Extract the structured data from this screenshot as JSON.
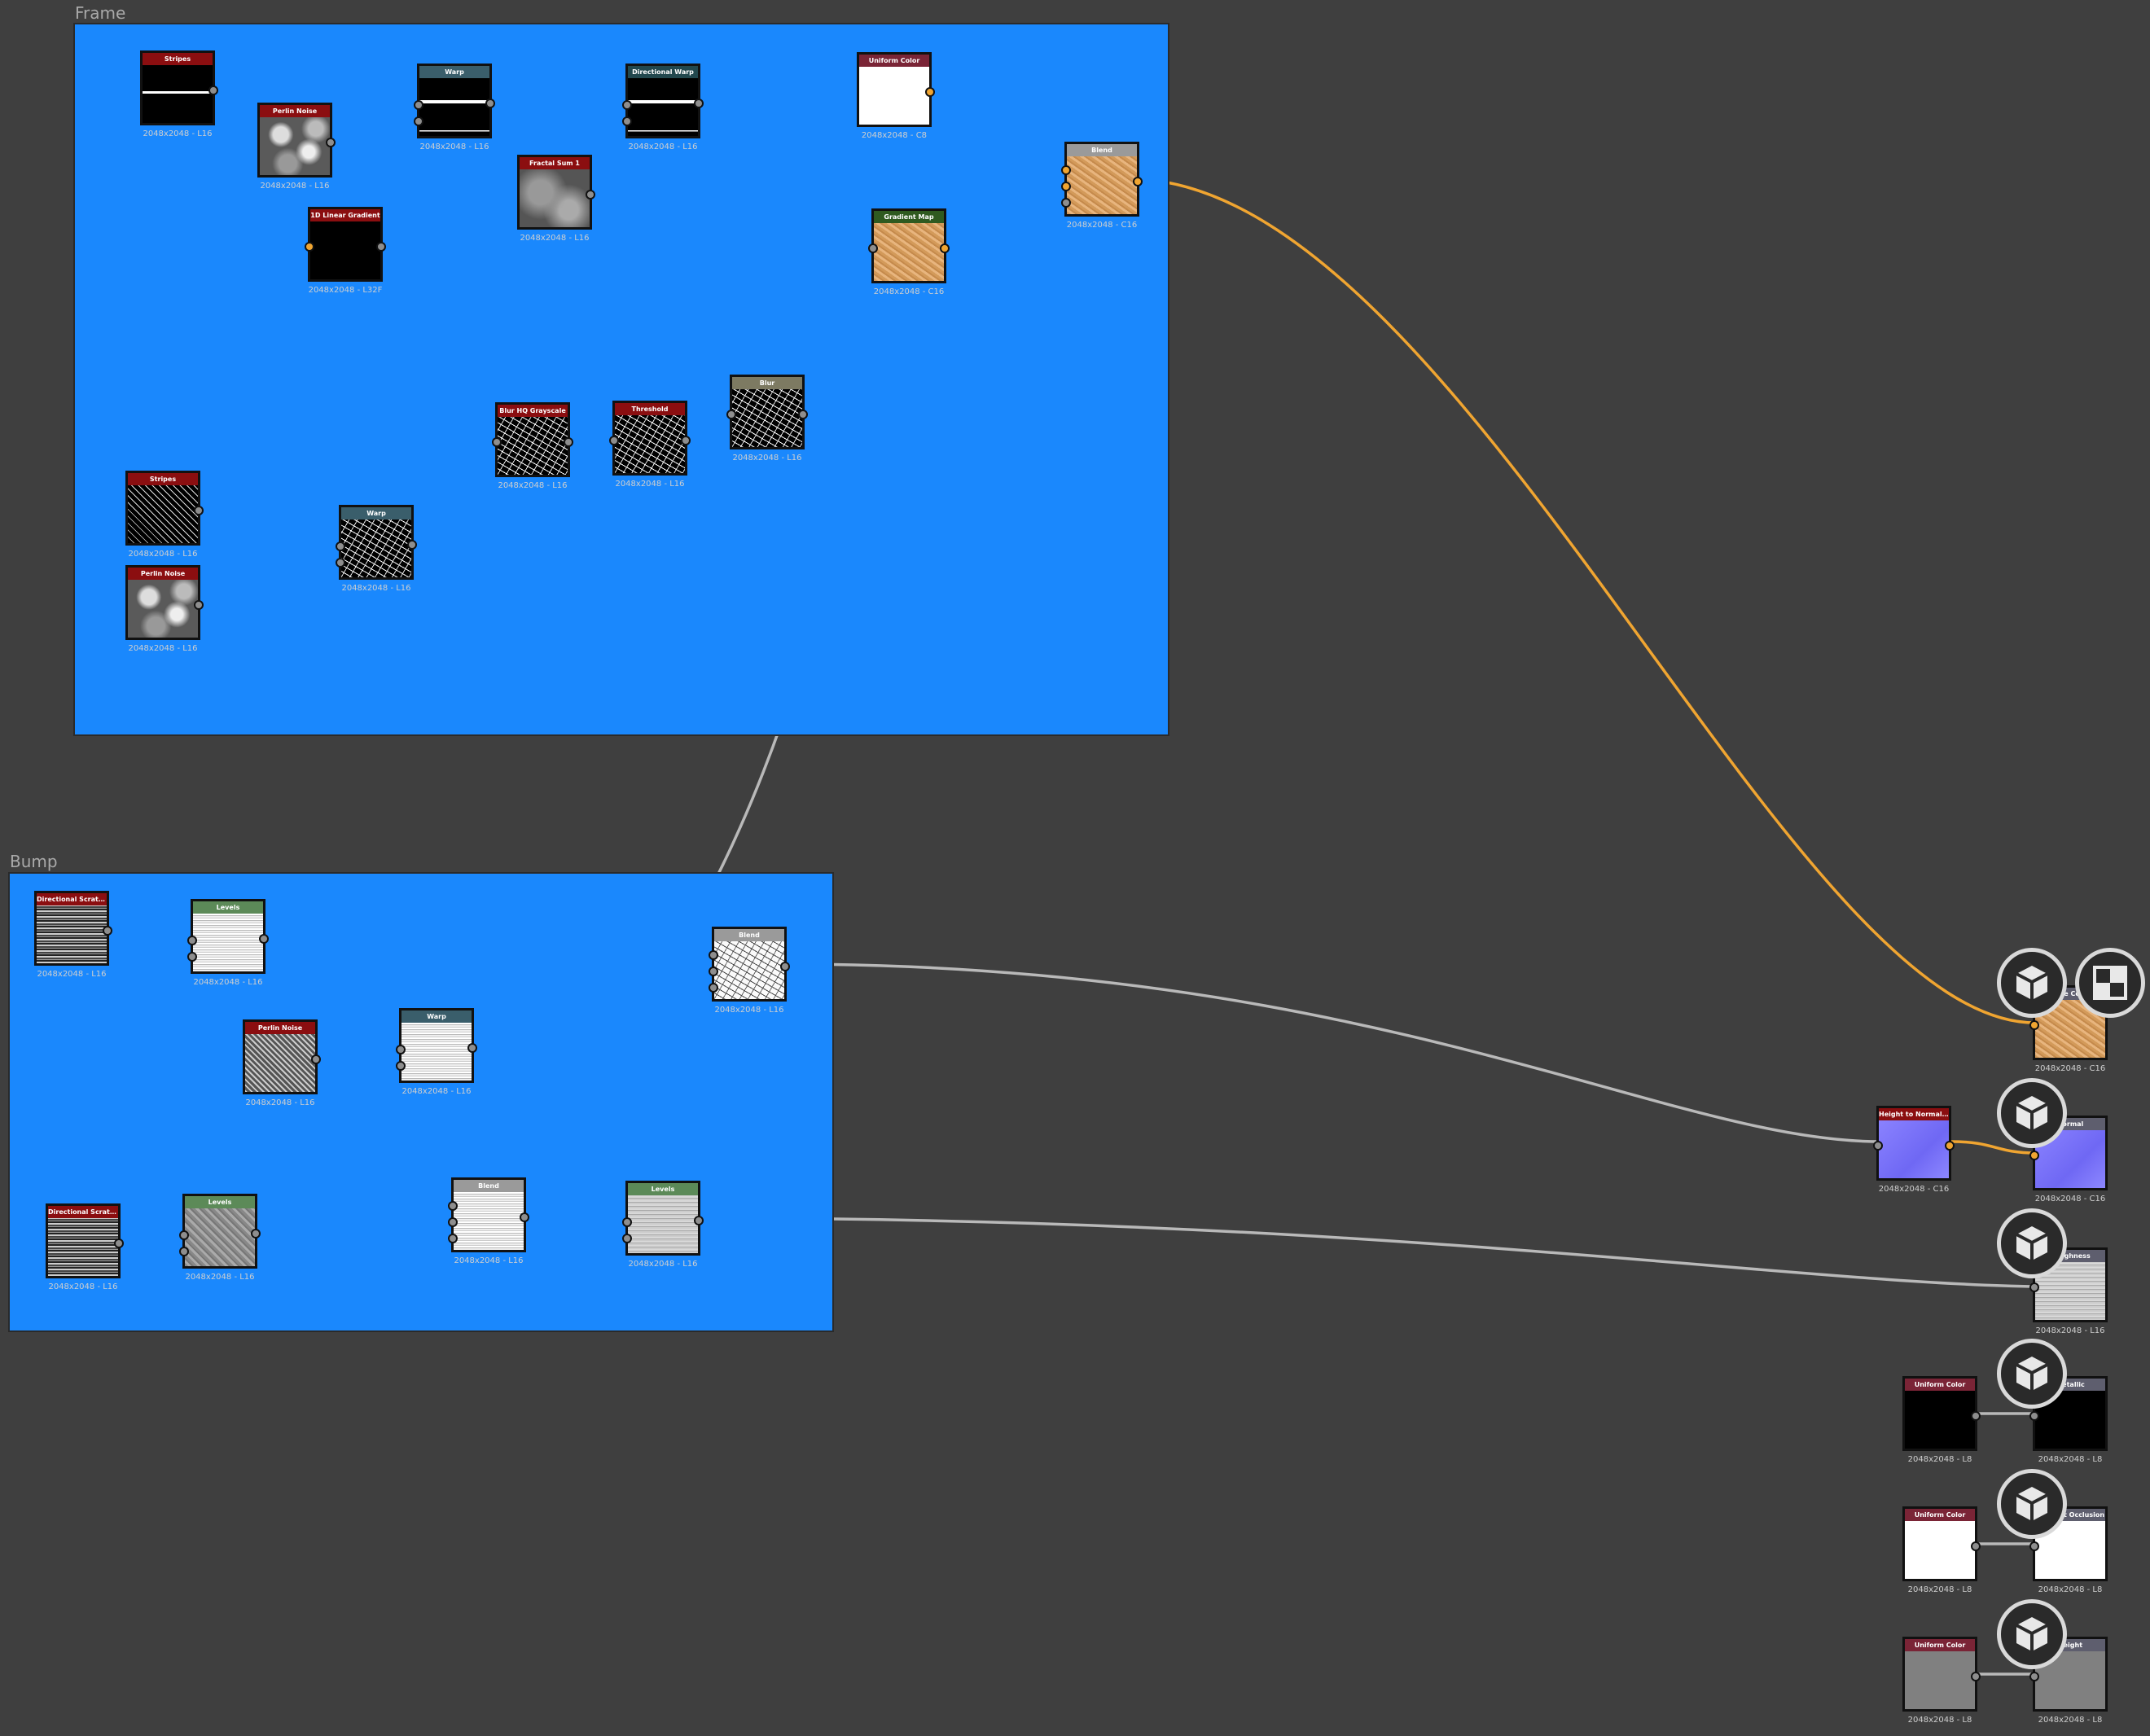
{
  "frames": [
    {
      "id": "frame",
      "label": "Frame"
    },
    {
      "id": "bump",
      "label": "Bump"
    }
  ],
  "colors": {
    "canvas_bg": "#3f3f3f",
    "frame_bg": "#1a88fd",
    "wire_gray": "#b9b9b9",
    "wire_orange": "#f0a531",
    "header_generator": "#8b0e10",
    "header_warp": "#3a5e6b",
    "header_levels": "#5c8a58",
    "header_blend": "#9a9a9a",
    "header_gradient": "#3a5a2a",
    "header_uniform": "#7a2436"
  },
  "nodes": [
    {
      "id": "stripes1",
      "title": "Stripes",
      "size": "2048x2048 - L16",
      "header_color": "#8b0e10",
      "thumb": "stripe1"
    },
    {
      "id": "perlin1",
      "title": "Perlin Noise",
      "size": "2048x2048 - L16",
      "header_color": "#8b0e10",
      "thumb": "noise"
    },
    {
      "id": "warp1",
      "title": "Warp",
      "size": "2048x2048 - L16",
      "header_color": "#3a5e6b",
      "thumb": "warp"
    },
    {
      "id": "dirwarp",
      "title": "Directional Warp",
      "size": "2048x2048 - L16",
      "header_color": "#22484e",
      "thumb": "warp"
    },
    {
      "id": "uniform_top",
      "title": "Uniform Color",
      "size": "2048x2048 - C8",
      "header_color": "#7a2436",
      "thumb": "white"
    },
    {
      "id": "fractal",
      "title": "Fractal Sum 1",
      "size": "2048x2048 - L16",
      "header_color": "#8b0e10",
      "thumb": "fractal"
    },
    {
      "id": "lingrad",
      "title": "1D Linear Gradient",
      "size": "2048x2048 - L32F",
      "header_color": "#8b0e10",
      "thumb": "black"
    },
    {
      "id": "gradmap",
      "title": "Gradient Map",
      "size": "2048x2048 - C16",
      "header_color": "#2f5a20",
      "thumb": "wood"
    },
    {
      "id": "blend_top",
      "title": "Blend",
      "size": "2048x2048 - C16",
      "header_color": "#9a9a9a",
      "thumb": "wood"
    },
    {
      "id": "stripes2",
      "title": "Stripes",
      "size": "2048x2048 - L16",
      "header_color": "#8b0e10",
      "thumb": "diag"
    },
    {
      "id": "perlin2",
      "title": "Perlin Noise",
      "size": "2048x2048 - L16",
      "header_color": "#8b0e10",
      "thumb": "noise"
    },
    {
      "id": "warp2",
      "title": "Warp",
      "size": "2048x2048 - L16",
      "header_color": "#3a5e6b",
      "thumb": "cracks"
    },
    {
      "id": "blurhq",
      "title": "Blur HQ Grayscale",
      "size": "2048x2048 - L16",
      "header_color": "#8b0e10",
      "thumb": "cracks"
    },
    {
      "id": "threshold",
      "title": "Threshold",
      "size": "2048x2048 - L16",
      "header_color": "#8b0e10",
      "thumb": "cracks"
    },
    {
      "id": "blur",
      "title": "Blur",
      "size": "2048x2048 - L16",
      "header_color": "#7d7a62",
      "thumb": "cracks"
    },
    {
      "id": "dirscratch1",
      "title": "Directional Scratches",
      "size": "2048x2048 - L16",
      "header_color": "#8b0e10",
      "thumb": "scratch"
    },
    {
      "id": "levels1",
      "title": "Levels",
      "size": "2048x2048 - L16",
      "header_color": "#5c8a58",
      "thumb": "lightscratch"
    },
    {
      "id": "perlin3",
      "title": "Perlin Noise",
      "size": "2048x2048 - L16",
      "header_color": "#8b0e10",
      "thumb": "fnoise"
    },
    {
      "id": "warp3",
      "title": "Warp",
      "size": "2048x2048 - L16",
      "header_color": "#3a5e6b",
      "thumb": "lightscratch"
    },
    {
      "id": "blend_bump1",
      "title": "Blend",
      "size": "2048x2048 - L16",
      "header_color": "#9a9a9a",
      "thumb": "whitecr"
    },
    {
      "id": "dirscratch2",
      "title": "Directional Scratches",
      "size": "2048x2048 - L16",
      "header_color": "#8b0e10",
      "thumb": "scratch"
    },
    {
      "id": "levels2",
      "title": "Levels",
      "size": "2048x2048 - L16",
      "header_color": "#5c8a58",
      "thumb": "gray-noise"
    },
    {
      "id": "blend_bump2",
      "title": "Blend",
      "size": "2048x2048 - L16",
      "header_color": "#9a9a9a",
      "thumb": "lightscratch"
    },
    {
      "id": "levels3",
      "title": "Levels",
      "size": "2048x2048 - L16",
      "header_color": "#5c8a58",
      "thumb": "lightgray"
    },
    {
      "id": "out_basecolor",
      "title": "Base Color",
      "size": "2048x2048 - C16",
      "header_color": "#5e5e6e",
      "thumb": "wood"
    },
    {
      "id": "h2n",
      "title": "Height to Normal World...",
      "size": "2048x2048 - C16",
      "header_color": "#8b0e10",
      "thumb": "normal"
    },
    {
      "id": "out_normal",
      "title": "Normal",
      "size": "2048x2048 - C16",
      "header_color": "#5e5e6e",
      "thumb": "normal"
    },
    {
      "id": "out_roughness",
      "title": "Roughness",
      "size": "2048x2048 - L16",
      "header_color": "#5e5e6e",
      "thumb": "lightgray"
    },
    {
      "id": "uni_metal",
      "title": "Uniform Color",
      "size": "2048x2048 - L8",
      "header_color": "#7a2436",
      "thumb": "black"
    },
    {
      "id": "out_metallic",
      "title": "Metallic",
      "size": "2048x2048 - L8",
      "header_color": "#5e5e6e",
      "thumb": "black"
    },
    {
      "id": "uni_ao",
      "title": "Uniform Color",
      "size": "2048x2048 - L8",
      "header_color": "#7a2436",
      "thumb": "white"
    },
    {
      "id": "out_ao",
      "title": "Ambient Occlusion",
      "size": "2048x2048 - L8",
      "header_color": "#5e5e6e",
      "thumb": "white"
    },
    {
      "id": "uni_height",
      "title": "Uniform Color",
      "size": "2048x2048 - L8",
      "header_color": "#7a2436",
      "thumb": "gray"
    },
    {
      "id": "out_height",
      "title": "Height",
      "size": "2048x2048 - L8",
      "header_color": "#5e5e6e",
      "thumb": "gray"
    }
  ],
  "overlay_buttons": [
    {
      "id": "view3d_basecolor",
      "icon": "cube-icon"
    },
    {
      "id": "view2d_basecolor",
      "icon": "checker-icon"
    },
    {
      "id": "view3d_normal",
      "icon": "cube-icon"
    },
    {
      "id": "view3d_roughness",
      "icon": "cube-icon"
    },
    {
      "id": "view3d_metallic",
      "icon": "cube-icon"
    },
    {
      "id": "view3d_ao",
      "icon": "cube-icon"
    },
    {
      "id": "view3d_height",
      "icon": "cube-icon"
    }
  ]
}
